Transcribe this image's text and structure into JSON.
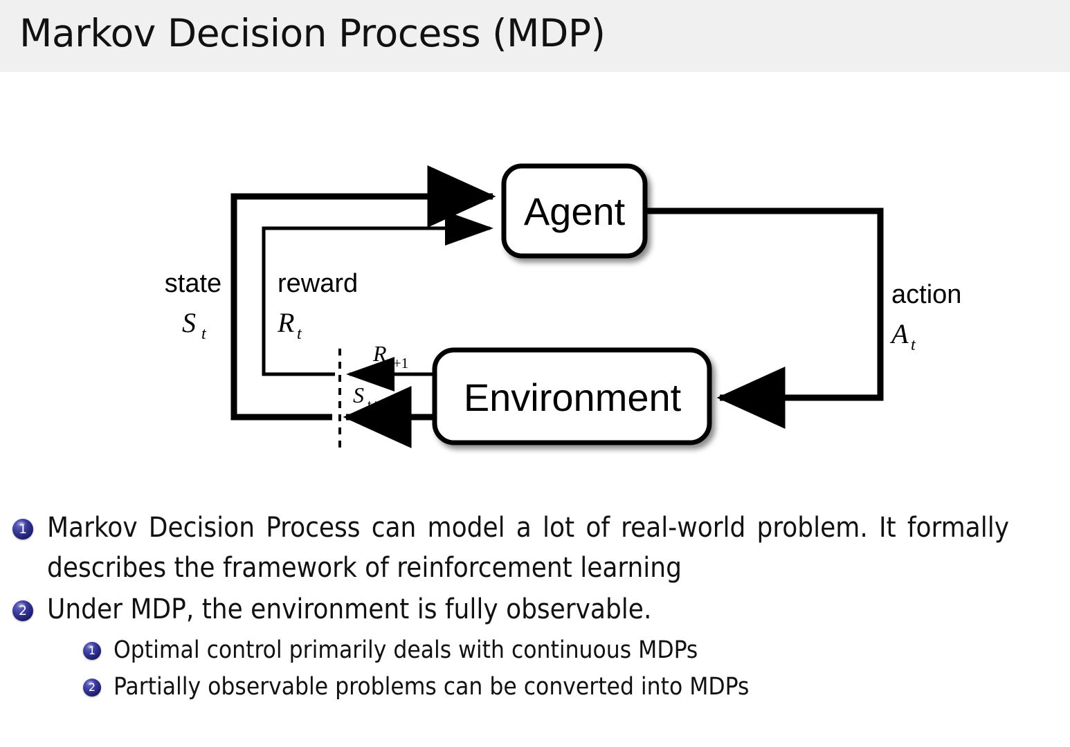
{
  "header": {
    "title": "Markov Decision Process (MDP)",
    "background_color": "#f0f0f0"
  },
  "diagram": {
    "nodes": {
      "agent": "Agent",
      "environment": "Environment"
    },
    "labels": {
      "state_word": "state",
      "state_symbol": "S",
      "state_subscript": "t",
      "reward_word": "reward",
      "reward_symbol": "R",
      "reward_subscript": "t",
      "action_word": "action",
      "action_symbol": "A",
      "action_subscript": "t",
      "reward_next_symbol": "R",
      "reward_next_subscript": "t+1",
      "state_next_symbol": "S",
      "state_next_subscript": "t+1"
    },
    "stroke_color": "#000000",
    "node_fill": "#ffffff"
  },
  "bullets": {
    "badge_color": "#1d1d6e",
    "items": [
      {
        "number": "1",
        "text": "Markov Decision Process can model a lot of real-world problem. It formally describes the framework of reinforcement learning"
      },
      {
        "number": "2",
        "text": "Under MDP, the environment is fully observable.",
        "children": [
          {
            "number": "1",
            "text": "Optimal control primarily deals with continuous MDPs"
          },
          {
            "number": "2",
            "text": "Partially observable problems can be converted into MDPs"
          }
        ]
      }
    ]
  }
}
